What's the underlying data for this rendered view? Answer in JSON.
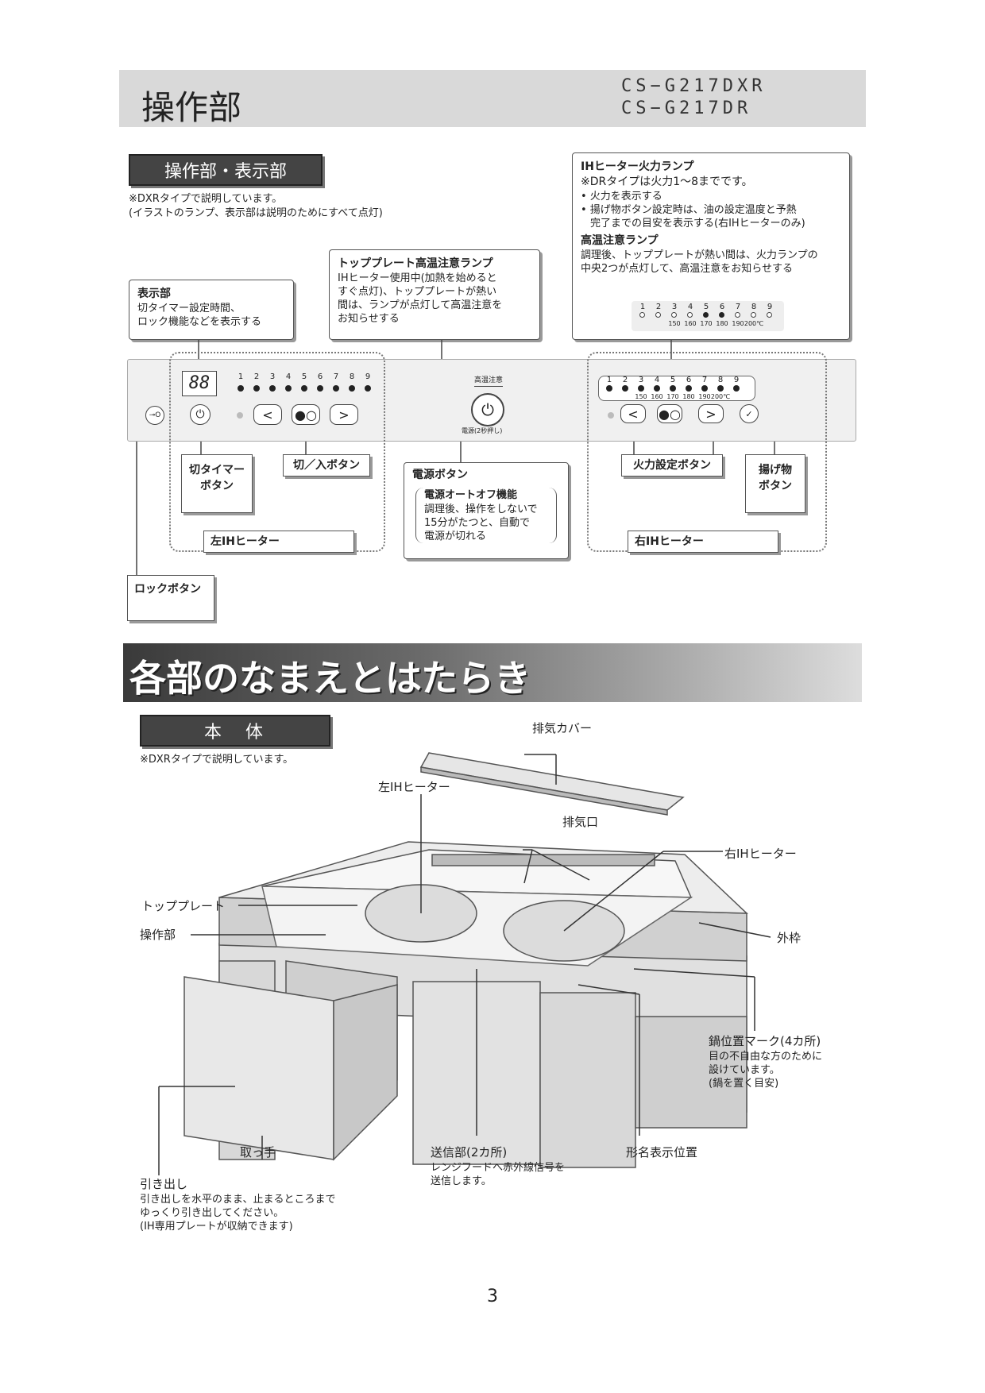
{
  "header": {
    "title": "操作部",
    "model1": "CS−G217DXR",
    "model2": "CS−G217DR"
  },
  "panel_section": {
    "pill": "操作部・表示部",
    "note1": "※DXRタイプで説明しています。",
    "note2": "(イラストのランプ、表示部は説明のためにすべて点灯)",
    "display_box": {
      "title": "表示部",
      "lines": [
        "切タイマー設定時間、",
        "ロック機能などを表示する"
      ]
    },
    "hot_lamp_box": {
      "title": "トッププレート高温注意ランプ",
      "lines": [
        "IHヒーター使用中(加熱を始めると",
        "すぐ点灯)、トッププレートが熱い",
        "間は、ランプが点灯して高温注意を",
        "お知らせする"
      ]
    },
    "fire_lamp_box": {
      "title": "IHヒーター火力ランプ",
      "sub": "※DRタイプは火力1〜8までです。",
      "bullet1": "• 火力を表示する",
      "bullet2a": "• 揚げ物ボタン設定時は、油の設定温度と予熱",
      "bullet2b": "完了までの目安を表示する(右IHヒーターのみ)",
      "title2": "高温注意ランプ",
      "body2a": "調理後、トッププレートが熱い間は、火力ランプの",
      "body2b": "中央2つが点灯して、高温注意をお知らせする"
    },
    "lamp_numbers": [
      "1",
      "2",
      "3",
      "4",
      "5",
      "6",
      "7",
      "8",
      "9"
    ],
    "temp_numbers": [
      "150",
      "160",
      "170",
      "180",
      "190",
      "200℃"
    ],
    "display_digits": "88",
    "hot_label": "高温注意",
    "power_sub": "電源(2秒押し)",
    "lock_icon": "⊸O",
    "labels": {
      "timer": [
        "切タイマー",
        "ボタン"
      ],
      "onoff": "切／入ボタン",
      "power_title": "電源ボタン",
      "auto_off_title": "電源オートオフ機能",
      "auto_off_lines": [
        "調理後、操作をしないで",
        "15分がたつと、自動で",
        "電源が切れる"
      ],
      "fire_set": "火力設定ボタン",
      "fry": [
        "揚げ物",
        "ボタン"
      ],
      "left_ih": "左IHヒーター",
      "right_ih": "右IHヒーター",
      "lock": "ロックボタン"
    }
  },
  "parts_section": {
    "title": "各部のなまえとはたらき",
    "pill": "本　体",
    "note": "※DXRタイプで説明しています。",
    "parts": {
      "exhaust_cover": "排気カバー",
      "left_ih": "左IHヒーター",
      "exhaust_port": "排気口",
      "right_ih": "右IHヒーター",
      "top_plate": "トッププレート",
      "control": "操作部",
      "frame": "外枠",
      "pot_mark": "鍋位置マーク(4カ所)",
      "pot_mark_lines": [
        "目の不自由な方のために",
        "設けています。",
        "(鍋を置く目安)"
      ],
      "handle": "取っ手",
      "transmitter": "送信部(2カ所)",
      "transmitter_lines": [
        "レンジフードへ赤外線信号を",
        "送信します。"
      ],
      "model_pos": "形名表示位置",
      "drawer": "引き出し",
      "drawer_lines": [
        "引き出しを水平のまま、止まるところまで",
        "ゆっくり引き出してください。",
        "(IH専用プレートが収納できます)"
      ]
    }
  },
  "page_number": "3"
}
